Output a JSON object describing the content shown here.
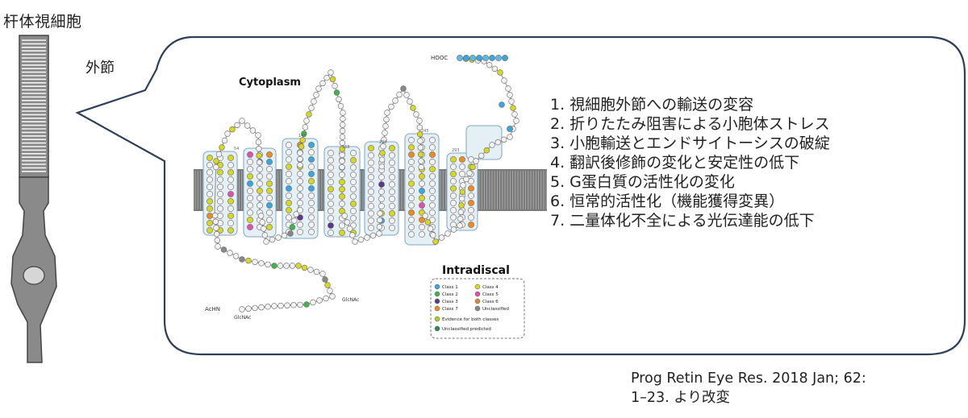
{
  "cell_label": "杆体視細胞",
  "outer_segment_label": "外節",
  "figure": {
    "cytoplasm_label": "Cytoplasm",
    "intradiscal_label": "Intradiscal",
    "c_terminus": "HOOC",
    "n_terminus": "AcHN",
    "glycan_label": "GlcNAc",
    "helix_numbers": [
      "54",
      "146",
      "168",
      "220",
      "245",
      "293"
    ],
    "legend": [
      {
        "label": "Class 1",
        "color": "#3aa6dd"
      },
      {
        "label": "Class 4",
        "color": "#d8d820"
      },
      {
        "label": "Class 2",
        "color": "#3db54a"
      },
      {
        "label": "Class 5",
        "color": "#e24fb0"
      },
      {
        "label": "Class 3",
        "color": "#5a3a8a"
      },
      {
        "label": "Class 6",
        "color": "#d88a3a"
      },
      {
        "label": "Class 7",
        "color": "#f08c1a"
      },
      {
        "label": "Unclassified",
        "color": "#888888"
      },
      {
        "label": "Evidence for both classes",
        "color": "#a0d020"
      },
      {
        "label": "Unclassified predicted",
        "color": "#2e8b57"
      }
    ]
  },
  "reasons": [
    "1. 視細胞外節への輸送の変容",
    "2. 折りたたみ阻害による小胞体ストレス",
    "3. 小胞輸送とエンドサイトーシスの破綻",
    "4. 翻訳後修飾の変化と安定性の低下",
    "5. G蛋白質の活性化の変化",
    "6. 恒常的活性化（機能獲得変異）",
    "7. 二量体化不全による光伝達能の低下"
  ],
  "citation_line1": "Prog Retin Eye Res. 2018 Jan; 62:",
  "citation_line2": "1–23. より改変",
  "colors": {
    "cell_fill": "#8a8a8a",
    "cell_stroke": "#444444",
    "bubble_stroke": "#2f3f58",
    "helix_fill": "#e4f0f6",
    "helix_stroke": "#7fa8c0",
    "membrane": "#7a7a7a",
    "residue": "#f2f2f2"
  }
}
